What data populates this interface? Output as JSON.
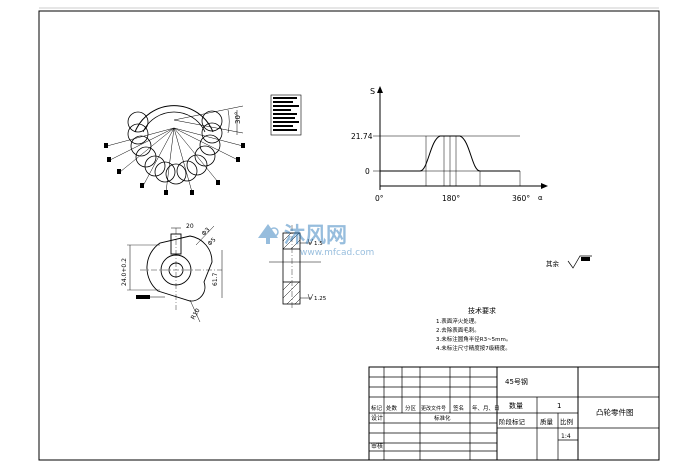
{
  "cam_graph": {
    "y_axis_label": "S",
    "x_axis_label": "α",
    "y_ticks": [
      "21.74",
      "0"
    ],
    "x_ticks": [
      "0°",
      "180°",
      "360°"
    ]
  },
  "layout_view": {
    "angle_label": "30°"
  },
  "cam_view": {
    "dim_width": "20",
    "dim_hole": "24.0+0.2",
    "dim_height": "61.7",
    "dim_radius": "R10",
    "dim_circle_a": "Φ3",
    "dim_circle_b": "Φ5"
  },
  "section_view": {
    "label_top": "1.5",
    "label_bottom": "1.25"
  },
  "surface_note": {
    "label": "其余"
  },
  "tech_requirements": {
    "title": "技术要求",
    "items": [
      "1.表面淬火处理。",
      "2.去除表面毛刺。",
      "3.未标注圆角半径R3~5mm。",
      "4.未标注尺寸精度按7级精度。"
    ]
  },
  "title_block": {
    "material": "45号钢",
    "quantity_label": "数量",
    "quantity_value": "1",
    "part_name": "凸轮零件图",
    "stage_label": "阶段标记",
    "weight_label": "质量",
    "scale_label": "比例",
    "scale_value": "1:4",
    "revision_headers": [
      "标记",
      "处数",
      "分区",
      "更改文件号",
      "签名",
      "年、月、日"
    ],
    "design_label": "设计",
    "standardization_label": "标准化",
    "review_label": "审核"
  },
  "watermark": {
    "brand": "沐风网",
    "url": "www.mfcad.com"
  }
}
